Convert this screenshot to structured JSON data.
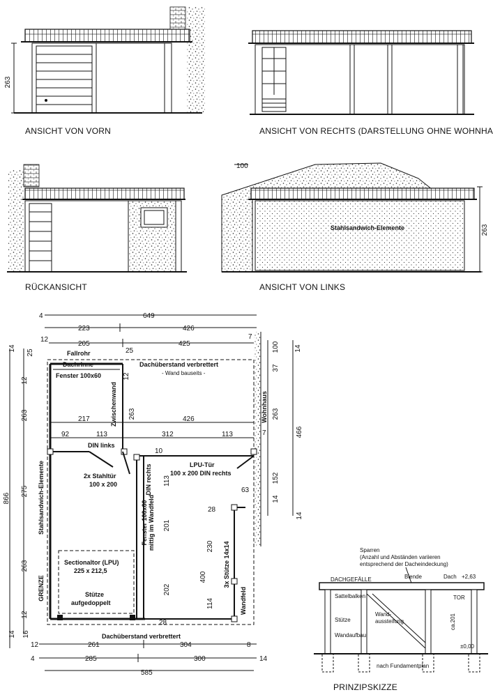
{
  "views": {
    "front": "ANSICHT VON VORN",
    "right": "ANSICHT VON RECHTS (DARSTELLUNG OHNE WOHNHAUS)",
    "rear": "RÜCKANSICHT",
    "left": "ANSICHT VON LINKS",
    "sketch": "PRINZIPSKIZZE"
  },
  "elevation": {
    "height_front": "263",
    "height_left": "263",
    "overhang_left": "100",
    "sandwich_label": "Stahlsandwich-Elemente"
  },
  "plan_dims": {
    "total_width": "649",
    "w223": "223",
    "w426_top": "426",
    "w12_tl": "12",
    "w205": "205",
    "w25_top": "25",
    "w425": "425",
    "w7_top": "7",
    "w100_right": "100",
    "w14_top_right": "14",
    "w14_top_left": "14",
    "w25_left": "25",
    "w12_left": "12",
    "w263_left": "263",
    "w37": "37",
    "w12_mid": "12",
    "w263_mid": "263",
    "w263_right": "263",
    "w466": "466",
    "w217": "217",
    "w426_mid": "426",
    "w92": "92",
    "w113_a": "113",
    "w312": "312",
    "w113_b": "113",
    "w7_mid": "7",
    "w10": "10",
    "w113_v": "113",
    "w152": "152",
    "w63": "63",
    "w14_right_a": "14",
    "w14_right_b": "14",
    "w866": "866",
    "w275": "275",
    "w201": "201",
    "w230": "230",
    "w400": "400",
    "w263_low": "263",
    "w202": "202",
    "w114": "114",
    "w12_low": "12",
    "w28_a": "28",
    "w28_b": "28",
    "w16": "16",
    "w14_bl": "14",
    "w261": "261",
    "w304": "304",
    "w8": "8",
    "w4": "4",
    "w285": "285",
    "w300": "300",
    "w14_br": "14",
    "w585": "585",
    "w4_top": "4"
  },
  "plan_labels": {
    "fallrohr": "Fallrohr",
    "dachrinne": "Dachrinne",
    "overhang_top": "Dachüberstand verbrettert",
    "wand_bauseits": "- Wand bauseits -",
    "fenster_top": "Fenster 100x60",
    "zwischenwand": "Zwischenwand",
    "wohnhaus": "Wohnhaus",
    "din_links": "DIN links",
    "din_rechts": "DIN rechts",
    "stahltuer": "2x Stahltür",
    "stahltuer_size": "100 x 200",
    "lpu_tuer": "LPU-Tür",
    "lpu_size": "100 x 200 DIN rechts",
    "fenster_side_1": "Fenster 100x60",
    "fenster_side_2": "mittig im Wandfeld",
    "sandwich": "Stahlsandwich-Elemente",
    "grenze": "GRENZE",
    "section_1": "Sectionaltor (LPU)",
    "section_2": "225 x 212,5",
    "stuetze_1": "Stütze",
    "stuetze_2": "aufgedoppelt",
    "stuetzen": "3x Stütze 14x14",
    "wandfeld": "Wandfeld",
    "overhang_bottom": "Dachüberstand verbrettert"
  },
  "sketch": {
    "sparren": "Sparren",
    "note_1": "(Anzahl und Abständen variieren",
    "note_2": "entsprechend der Dacheindeckung)",
    "dachgefaelle": "DACHGEFÄLLE",
    "blende": "Blende",
    "dach": "Dach",
    "dach_height": "+2,63",
    "sattelbalken": "Sattelbalken",
    "tor": "TOR",
    "stuetze": "Stütze",
    "wandaussteifung_1": "Wand-",
    "wandaussteifung_2": "aussteifung",
    "wandaufbau": "Wandaufbau",
    "ca": "ca.201",
    "null": "±0,00",
    "fundament": "nach Fundamentplan"
  }
}
